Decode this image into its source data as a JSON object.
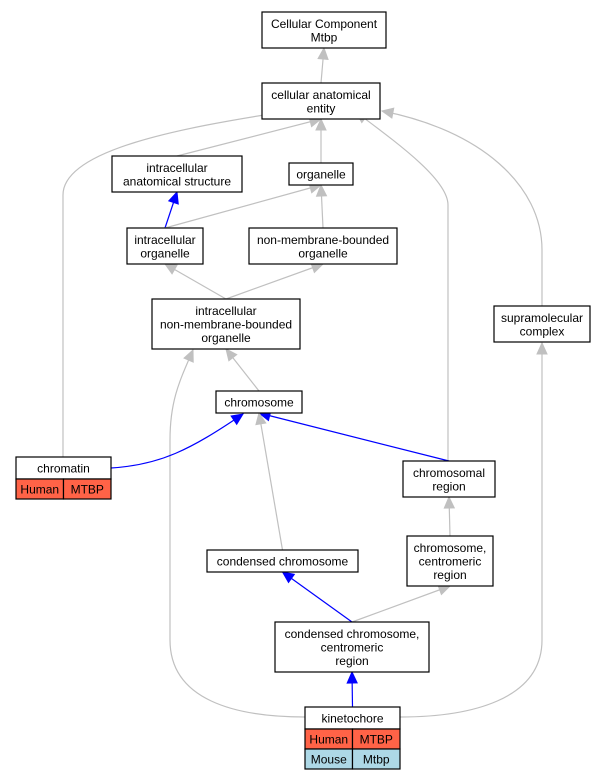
{
  "colors": {
    "edge_default": "#c0c0c0",
    "edge_highlight": "#0000ff",
    "human": "#ff6347",
    "mouse": "#add8e6"
  },
  "nodes": [
    {
      "id": "cellular-component",
      "lines": [
        "Cellular Component",
        "Mtbp"
      ]
    },
    {
      "id": "cellular-anatomical-entity",
      "lines": [
        "cellular anatomical",
        "entity"
      ]
    },
    {
      "id": "intracellular-anatomical-structure",
      "lines": [
        "intracellular",
        "anatomical structure"
      ]
    },
    {
      "id": "organelle",
      "lines": [
        "organelle"
      ]
    },
    {
      "id": "intracellular-organelle",
      "lines": [
        "intracellular",
        "organelle"
      ]
    },
    {
      "id": "non-membrane-bounded-organelle",
      "lines": [
        "non-membrane-bounded",
        "organelle"
      ]
    },
    {
      "id": "intracellular-non-membrane-bounded-organelle",
      "lines": [
        "intracellular",
        "non-membrane-bounded",
        "organelle"
      ]
    },
    {
      "id": "supramolecular-complex",
      "lines": [
        "supramolecular",
        "complex"
      ]
    },
    {
      "id": "chromosome",
      "lines": [
        "chromosome"
      ]
    },
    {
      "id": "chromatin",
      "lines": [
        "chromatin"
      ],
      "cells": [
        [
          {
            "text": "Human",
            "color": "human"
          },
          {
            "text": "MTBP",
            "color": "human"
          }
        ]
      ]
    },
    {
      "id": "chromosomal-region",
      "lines": [
        "chromosomal",
        "region"
      ]
    },
    {
      "id": "chromosome-centromeric-region",
      "lines": [
        "chromosome,",
        "centromeric",
        "region"
      ]
    },
    {
      "id": "condensed-chromosome",
      "lines": [
        "condensed chromosome"
      ]
    },
    {
      "id": "condensed-chromosome-centromeric-region",
      "lines": [
        "condensed chromosome,",
        "centromeric",
        "region"
      ]
    },
    {
      "id": "kinetochore",
      "lines": [
        "kinetochore"
      ],
      "cells": [
        [
          {
            "text": "Human",
            "color": "human"
          },
          {
            "text": "MTBP",
            "color": "human"
          }
        ],
        [
          {
            "text": "Mouse",
            "color": "mouse"
          },
          {
            "text": "Mtbp",
            "color": "mouse"
          }
        ]
      ]
    }
  ],
  "edges": [
    {
      "from": "cellular-anatomical-entity",
      "to": "cellular-component",
      "style": "default"
    },
    {
      "from": "intracellular-anatomical-structure",
      "to": "cellular-anatomical-entity",
      "style": "default"
    },
    {
      "from": "organelle",
      "to": "cellular-anatomical-entity",
      "style": "default"
    },
    {
      "from": "chromatin",
      "to": "cellular-anatomical-entity",
      "style": "default"
    },
    {
      "from": "chromosomal-region",
      "to": "cellular-anatomical-entity",
      "style": "default"
    },
    {
      "from": "supramolecular-complex",
      "to": "cellular-anatomical-entity",
      "style": "default"
    },
    {
      "from": "intracellular-organelle",
      "to": "intracellular-anatomical-structure",
      "style": "highlight"
    },
    {
      "from": "intracellular-organelle",
      "to": "organelle",
      "style": "default"
    },
    {
      "from": "non-membrane-bounded-organelle",
      "to": "organelle",
      "style": "default"
    },
    {
      "from": "intracellular-non-membrane-bounded-organelle",
      "to": "intracellular-organelle",
      "style": "default"
    },
    {
      "from": "intracellular-non-membrane-bounded-organelle",
      "to": "non-membrane-bounded-organelle",
      "style": "default"
    },
    {
      "from": "chromosome",
      "to": "intracellular-non-membrane-bounded-organelle",
      "style": "default"
    },
    {
      "from": "kinetochore",
      "to": "intracellular-non-membrane-bounded-organelle",
      "style": "default"
    },
    {
      "from": "chromatin",
      "to": "chromosome",
      "style": "highlight"
    },
    {
      "from": "chromosomal-region",
      "to": "chromosome",
      "style": "highlight"
    },
    {
      "from": "condensed-chromosome",
      "to": "chromosome",
      "style": "default"
    },
    {
      "from": "chromosome-centromeric-region",
      "to": "chromosomal-region",
      "style": "default"
    },
    {
      "from": "condensed-chromosome-centromeric-region",
      "to": "condensed-chromosome",
      "style": "highlight"
    },
    {
      "from": "condensed-chromosome-centromeric-region",
      "to": "chromosome-centromeric-region",
      "style": "default"
    },
    {
      "from": "kinetochore",
      "to": "condensed-chromosome-centromeric-region",
      "style": "highlight"
    },
    {
      "from": "kinetochore",
      "to": "supramolecular-complex",
      "style": "default"
    }
  ]
}
